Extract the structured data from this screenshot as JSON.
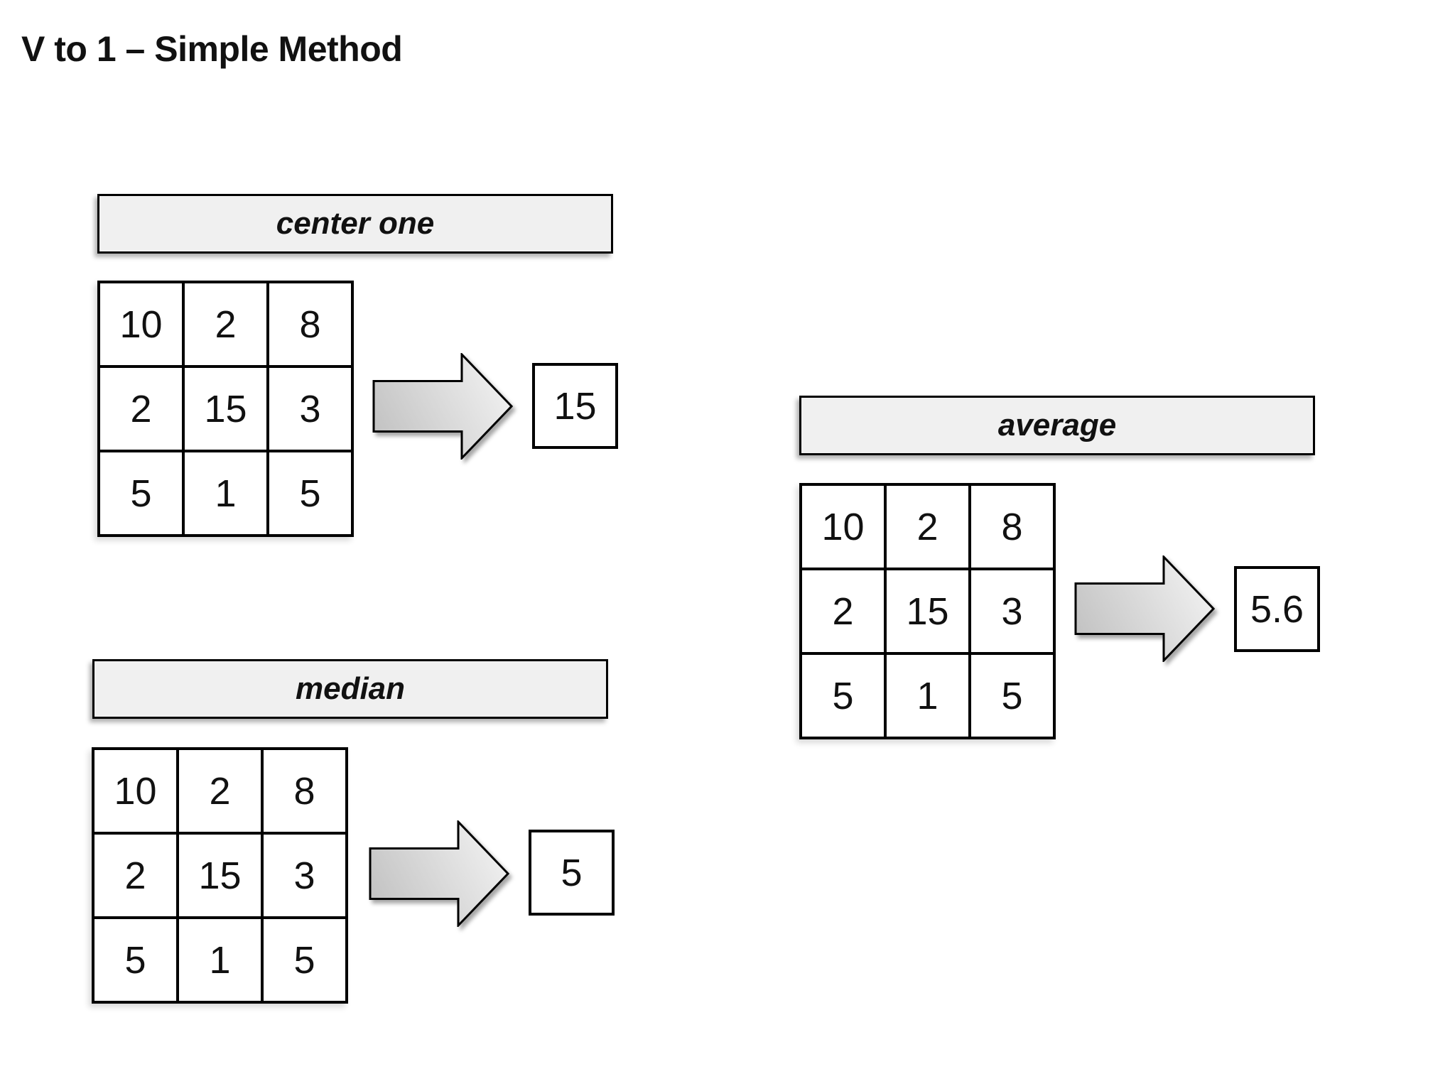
{
  "title": "V to 1 – Simple Method",
  "sections": {
    "center_one": {
      "label": "center one",
      "grid": [
        [
          "10",
          "2",
          "8"
        ],
        [
          "2",
          "15",
          "3"
        ],
        [
          "5",
          "1",
          "5"
        ]
      ],
      "result": "15"
    },
    "median": {
      "label": "median",
      "grid": [
        [
          "10",
          "2",
          "8"
        ],
        [
          "2",
          "15",
          "3"
        ],
        [
          "5",
          "1",
          "5"
        ]
      ],
      "result": "5"
    },
    "average": {
      "label": "average",
      "grid": [
        [
          "10",
          "2",
          "8"
        ],
        [
          "2",
          "15",
          "3"
        ],
        [
          "5",
          "1",
          "5"
        ]
      ],
      "result": "5.6"
    }
  },
  "icons": {
    "arrow": "right-block-arrow"
  },
  "colors": {
    "background": "#ffffff",
    "label_fill": "#f0f0f0",
    "cell_fill": "#ffffff",
    "border": "#000000",
    "text": "#111111",
    "arrow_gradient_start": "#c3c3c3",
    "arrow_gradient_end": "#f1f1f1"
  }
}
